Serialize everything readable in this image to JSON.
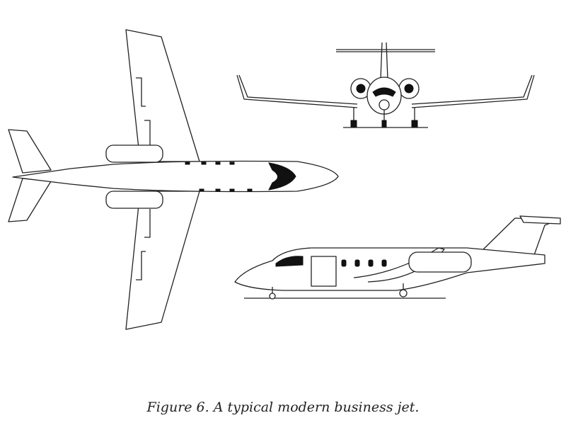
{
  "figure": {
    "caption": "Figure 6. A typical modern business jet.",
    "views": [
      "top-view",
      "front-view",
      "side-view"
    ],
    "line_color": "#222222",
    "background": "#ffffff"
  }
}
